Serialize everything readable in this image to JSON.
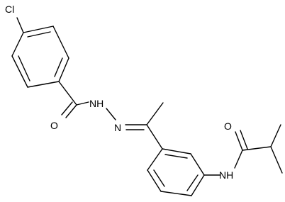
{
  "molecule": {
    "labels": {
      "chlorine": "Cl",
      "hydrazide_nh": "NH",
      "imine_n": "N",
      "carbonyl_o_left": "O",
      "amide_nh": "NH",
      "carbonyl_o_right": "O"
    },
    "colors": {
      "bond": "#000000",
      "label": "#000000",
      "background": "#ffffff"
    }
  }
}
